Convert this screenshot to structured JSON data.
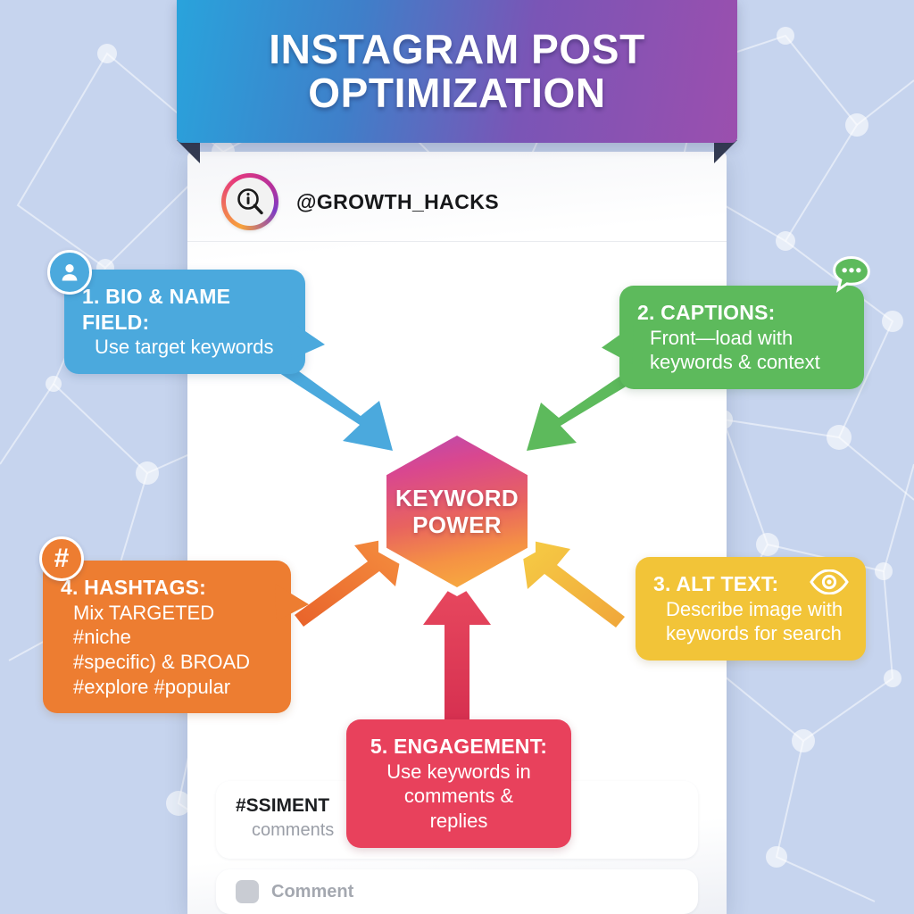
{
  "header": {
    "title_line1": "INSTAGRAM POST",
    "title_line2": "OPTIMIZATION",
    "gradient_start": "#29a3dc",
    "gradient_end": "#9b4fae"
  },
  "profile": {
    "handle": "@GROWTH_HACKS",
    "avatar_icon": "magnifier-info-icon"
  },
  "center": {
    "label_line1": "KEYWORD",
    "label_line2": "POWER",
    "gradient_start": "#b94bb0",
    "gradient_end": "#f7b23e"
  },
  "callouts": [
    {
      "id": 1,
      "title": "1. BIO & NAME FIELD:",
      "body_lines": [
        "Use target keywords"
      ],
      "color": "#4ba9dd",
      "icon": "person-icon"
    },
    {
      "id": 2,
      "title": "2. CAPTIONS:",
      "body_lines": [
        "Front—load with",
        "keywords & context"
      ],
      "color": "#5dba5c",
      "icon": "chat-bubble-icon"
    },
    {
      "id": 3,
      "title": "3. ALT TEXT:",
      "body_lines": [
        "Describe image with",
        "keywords for search"
      ],
      "color": "#f2c438",
      "icon": "eye-icon"
    },
    {
      "id": 4,
      "title": "4. HASHTAGS:",
      "body_lines": [
        "Mix TARGETED #niche",
        "#specific) & BROAD",
        "#explore #popular"
      ],
      "color": "#ed7d31",
      "icon": "hashtag-icon"
    },
    {
      "id": 5,
      "title": "5. ENGAGEMENT:",
      "body_lines": [
        "Use keywords in",
        "comments &",
        "replies"
      ],
      "color": "#e8415c",
      "icon": "none"
    }
  ],
  "comments": {
    "tag": "#SSIMENT",
    "subtitle": "comments",
    "second_card_label": "Comment"
  },
  "background": {
    "color": "#c6d4ee",
    "pattern": "network-nodes"
  }
}
